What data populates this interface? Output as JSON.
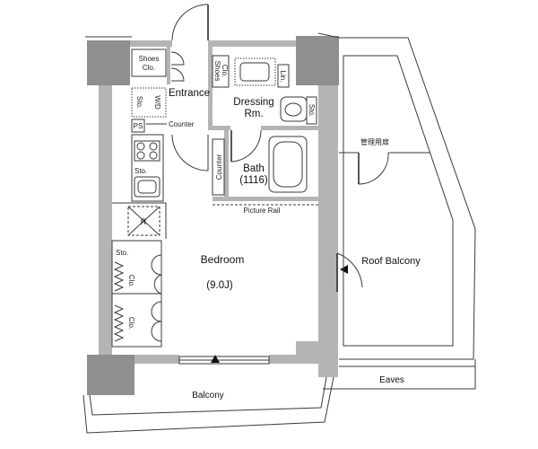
{
  "plan": {
    "entrance": "Entrance",
    "dressing_room": {
      "line1": "Dressing",
      "line2": "Rm."
    },
    "bath": {
      "line1": "Bath",
      "line2": "(1116)"
    },
    "bedroom": {
      "name": "Bedroom",
      "size": "(9.0J)"
    },
    "roof_balcony": "Roof Balcony",
    "balcony": "Balcony",
    "eaves": "Eaves",
    "picture_rail": "Picture Rail",
    "management_door": "管理用扉"
  },
  "fixtures": {
    "shoes_closet_entrance": {
      "line1": "Shoes",
      "line2": "Clo."
    },
    "shoes_closet_hall": {
      "line1": "Shoes",
      "line2": "Clo."
    },
    "storage_wd": {
      "storage": "Sto.",
      "washer_dryer": "W/D"
    },
    "pipe_space": "PS",
    "kitchen_counter": "Counter",
    "hall_counter": "Counter",
    "linen": "Lin.",
    "dressing_storage": "Sto.",
    "kitchen_storage": "Sto.",
    "refrigerator": "R",
    "closet_storage": "Sto.",
    "closet_upper": "Clo.",
    "closet_lower": "Clo."
  },
  "colors": {
    "wall": "#b4b4b4",
    "column": "#8f8f8f",
    "line": "#3a3a3a"
  }
}
